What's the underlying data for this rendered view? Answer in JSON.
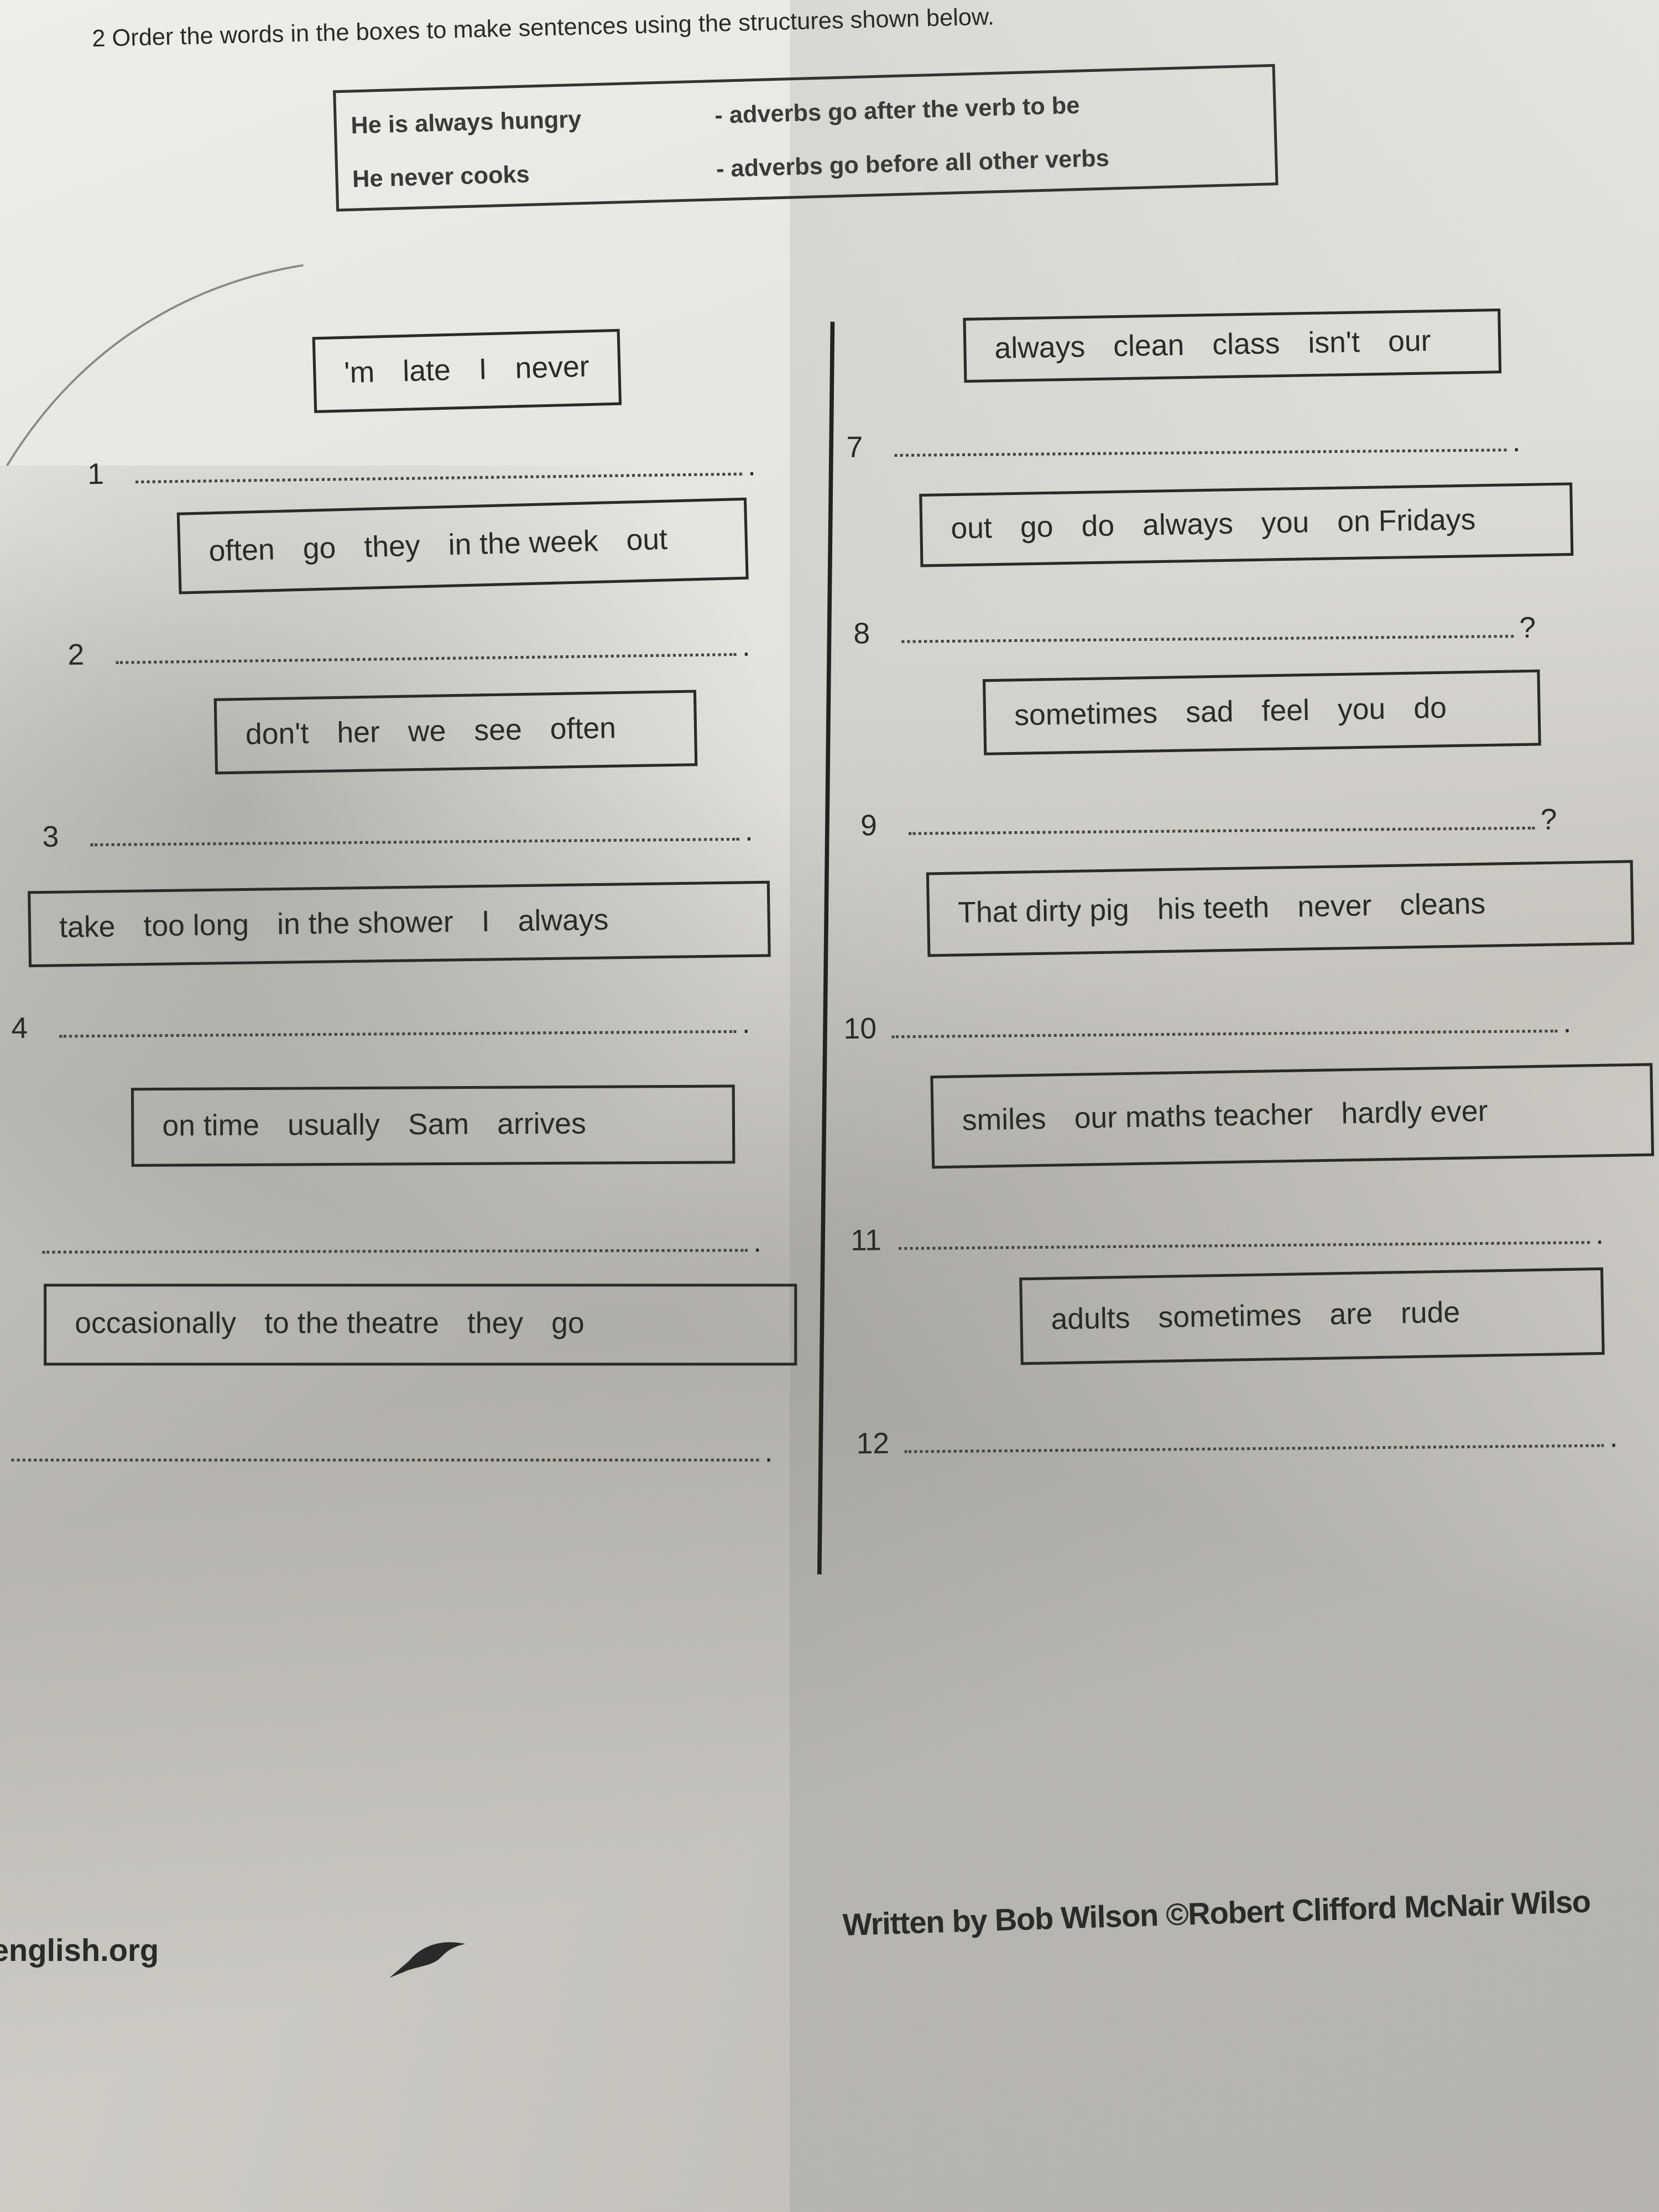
{
  "instruction": "2 Order the words in the boxes to make sentences using the structures shown below.",
  "rules": [
    {
      "example": "He is always hungry",
      "rule": "- adverbs go after the verb to be"
    },
    {
      "example": "He never cooks",
      "rule": "- adverbs go before all other verbs"
    }
  ],
  "exercises": [
    {
      "number": "1",
      "words": [
        "'m",
        "late",
        "I",
        "never"
      ],
      "end": "."
    },
    {
      "number": "2",
      "words": [
        "often",
        "go",
        "they",
        "in the week",
        "out"
      ],
      "end": "."
    },
    {
      "number": "3",
      "words": [
        "don't",
        "her",
        "we",
        "see",
        "often"
      ],
      "end": "."
    },
    {
      "number": "4",
      "words": [
        "take",
        "too long",
        "in the shower",
        "I",
        "always"
      ],
      "end": "."
    },
    {
      "number": "",
      "words": [
        "on time",
        "usually",
        "Sam",
        "arrives"
      ],
      "end": "."
    },
    {
      "number": "",
      "words": [
        "occasionally",
        "to the theatre",
        "they",
        "go"
      ],
      "end": "."
    },
    {
      "number": "7",
      "words": [
        "always",
        "clean",
        "class",
        "isn't",
        "our"
      ],
      "end": "."
    },
    {
      "number": "8",
      "words": [
        "out",
        "go",
        "do",
        "always",
        "you",
        "on Fridays"
      ],
      "end": "?"
    },
    {
      "number": "9",
      "words": [
        "sometimes",
        "sad",
        "feel",
        "you",
        "do"
      ],
      "end": "?"
    },
    {
      "number": "10",
      "words": [
        "That dirty pig",
        "his teeth",
        "never",
        "cleans"
      ],
      "end": "."
    },
    {
      "number": "11",
      "words": [
        "smiles",
        "our maths teacher",
        "hardly ever"
      ],
      "end": "."
    },
    {
      "number": "12",
      "words": [
        "adults",
        "sometimes",
        "are",
        "rude"
      ],
      "end": "."
    }
  ],
  "footer": {
    "site": "english.org",
    "credit": "Written by Bob Wilson ©Robert Clifford McNair Wilso"
  }
}
